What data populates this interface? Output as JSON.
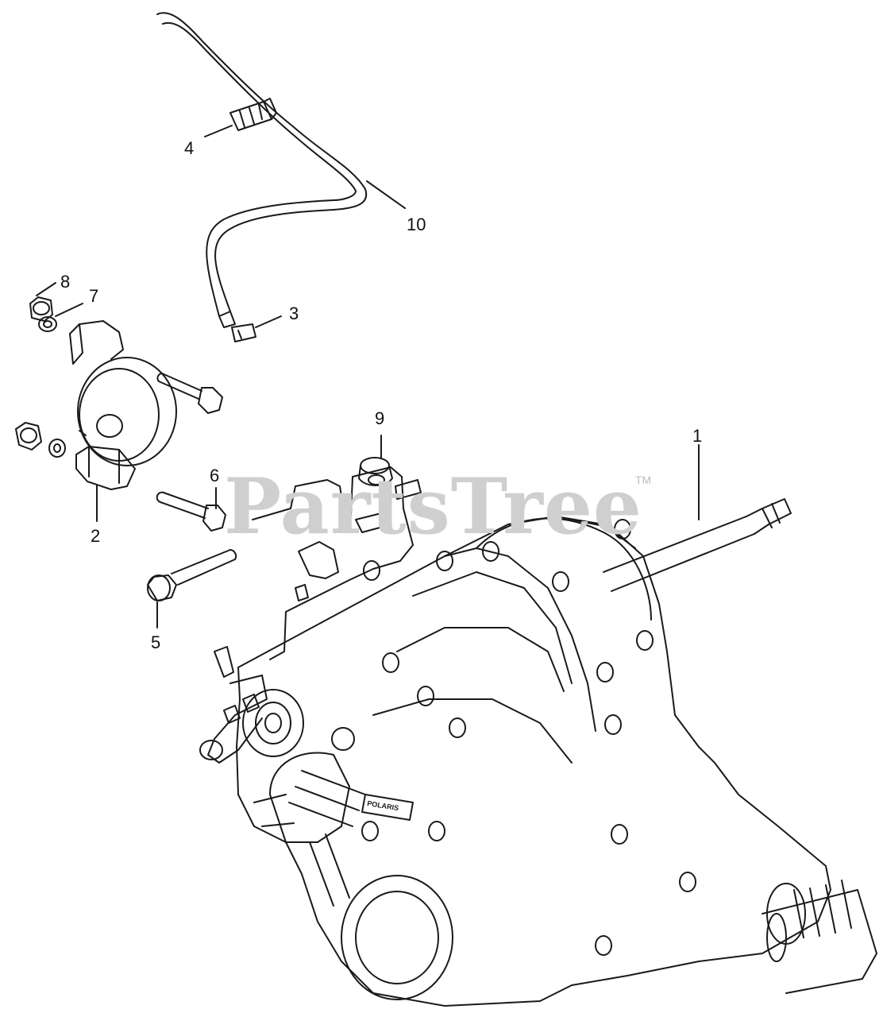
{
  "watermark": {
    "brand": "PartsTree",
    "tm": "TM"
  },
  "callouts": [
    {
      "id": "1",
      "label": "1"
    },
    {
      "id": "2",
      "label": "2"
    },
    {
      "id": "3",
      "label": "3"
    },
    {
      "id": "4",
      "label": "4"
    },
    {
      "id": "5",
      "label": "5"
    },
    {
      "id": "6",
      "label": "6"
    },
    {
      "id": "7",
      "label": "7"
    },
    {
      "id": "8",
      "label": "8"
    },
    {
      "id": "9",
      "label": "9"
    },
    {
      "id": "10",
      "label": "10"
    }
  ],
  "emblem_text": "POLARIS",
  "colors": {
    "line": "#1a1a1a",
    "watermark": "#cfcfcf"
  }
}
